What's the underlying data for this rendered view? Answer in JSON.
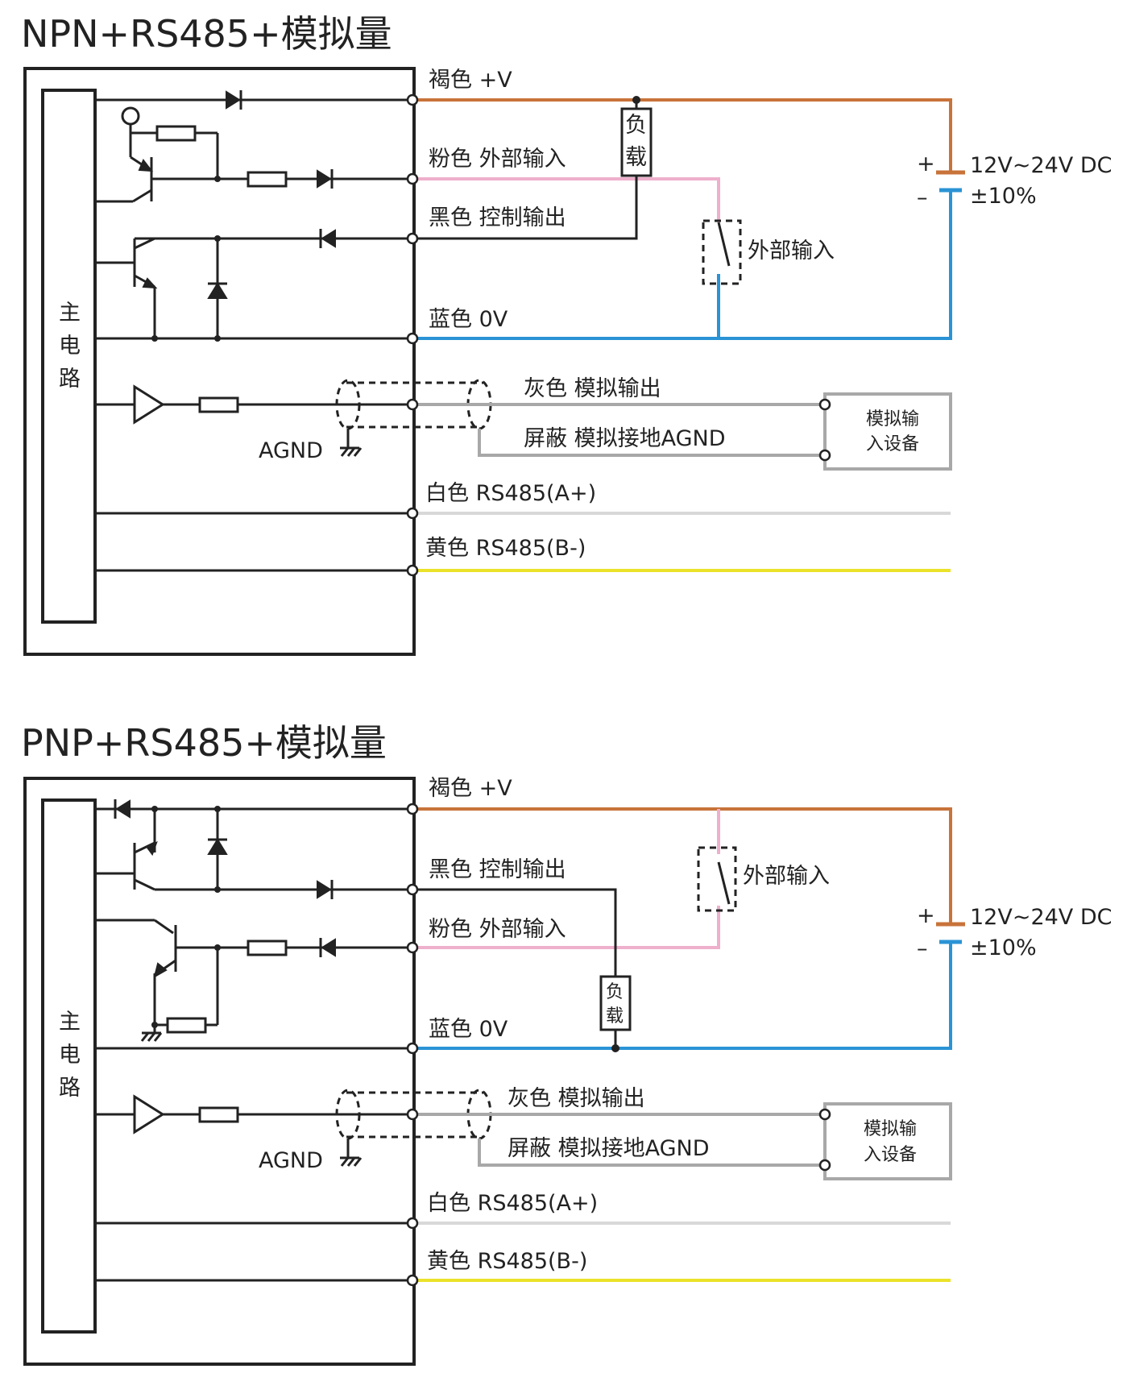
{
  "diagrams": [
    {
      "title": "NPN+RS485+模拟量",
      "main_circuit": [
        "主",
        "电",
        "路"
      ],
      "wires": {
        "brown": "褐色 +V",
        "pink": "粉色 外部输入",
        "black": "黑色 控制输出",
        "blue": "蓝色 0V",
        "gray": "灰色  模拟输出",
        "shield": "屏蔽  模拟接地AGND",
        "white": "白色 RS485(A+)",
        "yellow": "黄色 RS485(B-)"
      },
      "load": [
        "负",
        "载"
      ],
      "external_input": "外部输入",
      "supply": {
        "plus": "+",
        "minus": "–",
        "voltage": "12V~24V DC",
        "tolerance": "±10%"
      },
      "agnd": "AGND",
      "device": [
        "模拟输",
        "入设备"
      ]
    },
    {
      "title": "PNP+RS485+模拟量",
      "main_circuit": [
        "主",
        "电",
        "路"
      ],
      "wires": {
        "brown": "褐色 +V",
        "black": "黑色 控制输出",
        "pink": "粉色 外部输入",
        "blue": "蓝色 0V",
        "gray": "灰色  模拟输出",
        "shield": "屏蔽  模拟接地AGND",
        "white": "白色 RS485(A+)",
        "yellow": "黄色 RS485(B-)"
      },
      "load": [
        "负",
        "载"
      ],
      "external_input": "外部输入",
      "supply": {
        "plus": "+",
        "minus": "–",
        "voltage": "12V~24V DC",
        "tolerance": "±10%"
      },
      "agnd": "AGND",
      "device": [
        "模拟输",
        "入设备"
      ]
    }
  ],
  "colors": {
    "brown": "#c8733a",
    "pink": "#eeb0cc",
    "blue": "#2a93d5",
    "gray": "#a8a8a8",
    "white_wire": "#d8d8d8",
    "yellow": "#ebe22a"
  }
}
